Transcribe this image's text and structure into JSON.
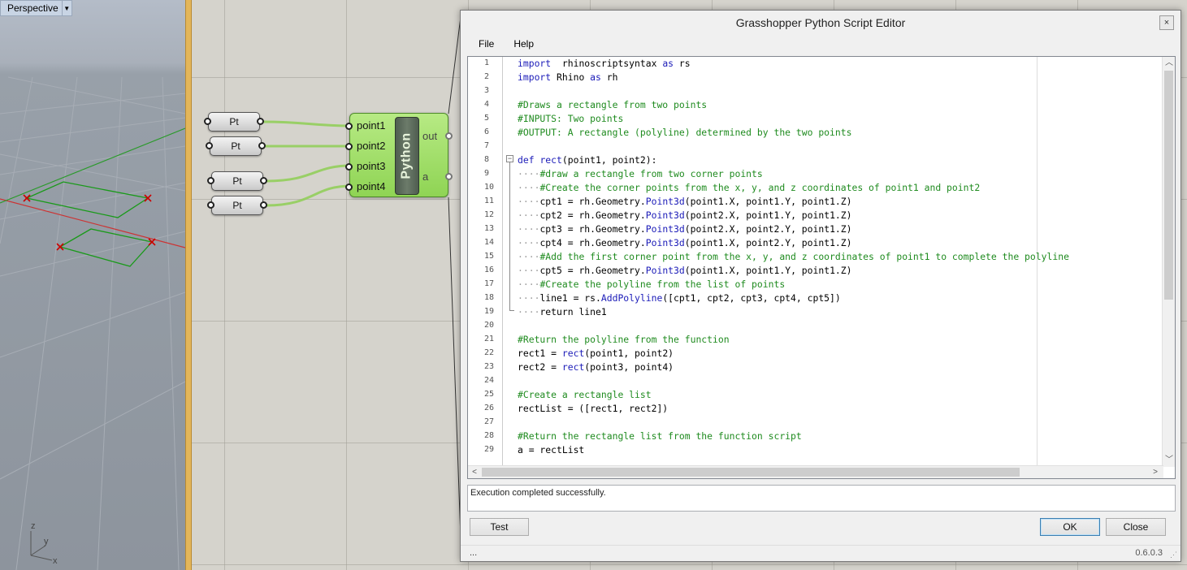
{
  "viewport": {
    "label": "Perspective",
    "axes": {
      "z": "z",
      "y": "y",
      "x": "x"
    }
  },
  "canvas": {
    "pt_nodes": [
      {
        "label": "Pt"
      },
      {
        "label": "Pt"
      },
      {
        "label": "Pt"
      },
      {
        "label": "Pt"
      }
    ],
    "python_node": {
      "name": "Python",
      "inputs": [
        "point1",
        "point2",
        "point3",
        "point4"
      ],
      "outputs": [
        "out",
        "a"
      ]
    }
  },
  "editor": {
    "title": "Grasshopper Python Script Editor",
    "close_glyph": "×",
    "menu": [
      "File",
      "Help"
    ],
    "line_numbers": [
      "1",
      "2",
      "3",
      "4",
      "5",
      "6",
      "7",
      "8",
      "9",
      "10",
      "11",
      "12",
      "13",
      "14",
      "15",
      "16",
      "17",
      "18",
      "19",
      "20",
      "21",
      "22",
      "23",
      "24",
      "25",
      "26",
      "27",
      "28",
      "29"
    ],
    "code": [
      [
        [
          "kw",
          "import"
        ],
        [
          "",
          "  rhinoscriptsyntax "
        ],
        [
          "kw",
          "as"
        ],
        [
          "",
          " rs"
        ]
      ],
      [
        [
          "kw",
          "import"
        ],
        [
          "",
          " Rhino "
        ],
        [
          "kw",
          "as"
        ],
        [
          "",
          " rh"
        ]
      ],
      [],
      [
        [
          "cm",
          "#Draws a rectangle from two points"
        ]
      ],
      [
        [
          "cm",
          "#INPUTS: Two points"
        ]
      ],
      [
        [
          "cm",
          "#OUTPUT: A rectangle (polyline) determined by the two points"
        ]
      ],
      [],
      [
        [
          "kw",
          "def"
        ],
        [
          "",
          " "
        ],
        [
          "fn",
          "rect"
        ],
        [
          "",
          "(point1, point2):"
        ]
      ],
      [
        [
          "dots",
          "····"
        ],
        [
          "cm",
          "#draw a rectangle from two corner points"
        ]
      ],
      [
        [
          "dots",
          "····"
        ],
        [
          "cm",
          "#Create the corner points from the x, y, and z coordinates of point1 and point2"
        ]
      ],
      [
        [
          "dots",
          "····"
        ],
        [
          "",
          "cpt1 = rh.Geometry."
        ],
        [
          "fn",
          "Point3d"
        ],
        [
          "",
          "(point1.X, point1.Y, point1.Z)"
        ]
      ],
      [
        [
          "dots",
          "····"
        ],
        [
          "",
          "cpt2 = rh.Geometry."
        ],
        [
          "fn",
          "Point3d"
        ],
        [
          "",
          "(point2.X, point1.Y, point1.Z)"
        ]
      ],
      [
        [
          "dots",
          "····"
        ],
        [
          "",
          "cpt3 = rh.Geometry."
        ],
        [
          "fn",
          "Point3d"
        ],
        [
          "",
          "(point2.X, point2.Y, point1.Z)"
        ]
      ],
      [
        [
          "dots",
          "····"
        ],
        [
          "",
          "cpt4 = rh.Geometry."
        ],
        [
          "fn",
          "Point3d"
        ],
        [
          "",
          "(point1.X, point2.Y, point1.Z)"
        ]
      ],
      [
        [
          "dots",
          "····"
        ],
        [
          "cm",
          "#Add the first corner point from the x, y, and z coordinates of point1 to complete the polyline"
        ]
      ],
      [
        [
          "dots",
          "····"
        ],
        [
          "",
          "cpt5 = rh.Geometry."
        ],
        [
          "fn",
          "Point3d"
        ],
        [
          "",
          "(point1.X, point1.Y, point1.Z)"
        ]
      ],
      [
        [
          "dots",
          "····"
        ],
        [
          "cm",
          "#Create the polyline from the list of points"
        ]
      ],
      [
        [
          "dots",
          "····"
        ],
        [
          "",
          "line1 = rs."
        ],
        [
          "fn",
          "AddPolyline"
        ],
        [
          "",
          "([cpt1, cpt2, cpt3, cpt4, cpt5])"
        ]
      ],
      [
        [
          "dots",
          "····"
        ],
        [
          "",
          "return line1"
        ]
      ],
      [],
      [
        [
          "cm",
          "#Return the polyline from the function"
        ]
      ],
      [
        [
          "",
          "rect1 = "
        ],
        [
          "fn",
          "rect"
        ],
        [
          "",
          "(point1, point2)"
        ]
      ],
      [
        [
          "",
          "rect2 = "
        ],
        [
          "fn",
          "rect"
        ],
        [
          "",
          "(point3, point4)"
        ]
      ],
      [],
      [
        [
          "cm",
          "#Create a rectangle list"
        ]
      ],
      [
        [
          "",
          "rectList = ([rect1, rect2])"
        ]
      ],
      [],
      [
        [
          "cm",
          "#Return the rectangle list from the function script"
        ]
      ],
      [
        [
          "",
          "a = rectList"
        ]
      ]
    ],
    "output_text": "Execution completed successfully.",
    "buttons": {
      "test": "Test",
      "ok": "OK",
      "close": "Close"
    },
    "status_left": "...",
    "version": "0.6.0.3"
  }
}
